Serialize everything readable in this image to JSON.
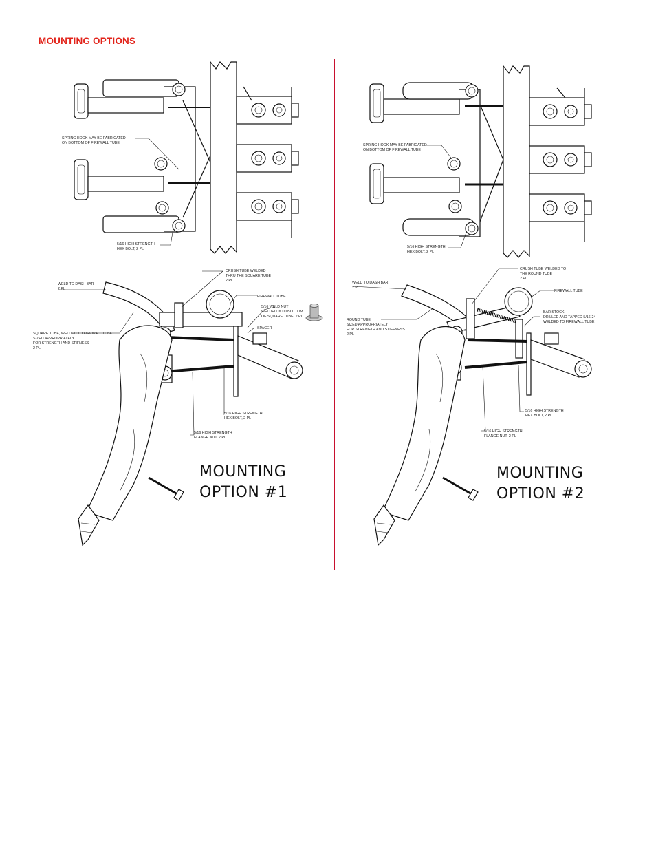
{
  "heading": "MOUNTING OPTIONS",
  "colors": {
    "accent": "#e2231a",
    "divider": "#c8102e",
    "line": "#111111"
  },
  "option1": {
    "title_line1": "MOUNTING",
    "title_line2": "OPTION #1",
    "top_labels": {
      "spring_hook_1": "SPRING HOOK MAY BE FABRICATED",
      "spring_hook_2": "ON BOTTOM OF FIREWALL TUBE",
      "hex_bolt_1": "5/16 HIGH STRENGTH",
      "hex_bolt_2": "HEX BOLT, 2 PL"
    },
    "side_labels": {
      "weld_dash_1": "WELD TO DASH BAR",
      "weld_dash_2": "2 PL",
      "crush_1": "CRUSH TUBE WELDED",
      "crush_2": "THRU THE SQUARE TUBE",
      "crush_3": "2 PL",
      "firewall_tube": "FIREWALL TUBE",
      "weld_nut_1": "5/16 WELD NUT",
      "weld_nut_2": "WELDED INTO BOTTOM",
      "weld_nut_3": "OF SQUARE TUBE, 2 PL",
      "spacer": "SPACER",
      "square_1": "SQUARE TUBE, WELDED TO FIREWALL TUBE",
      "square_2": "SIZED APPROPRIATELY",
      "square_3": "FOR STRENGTH AND STIFNESS",
      "square_4": "2 PL",
      "hex_1": "5/16 HIGH STRENGTH",
      "hex_2": "HEX BOLT, 2 PL",
      "flange_1": "5/16 HIGH STRENGTH",
      "flange_2": "FLANGE NUT, 2 PL"
    }
  },
  "option2": {
    "title_line1": "MOUNTING",
    "title_line2": "OPTION #2",
    "top_labels": {
      "spring_hook_1": "SPRING HOOK MAY BE FABRICATED",
      "spring_hook_2": "ON BOTTOM OF FIREWALL TUBE",
      "hex_bolt_1": "5/16 HIGH STRENGTH",
      "hex_bolt_2": "HEX BOLT, 2 PL"
    },
    "side_labels": {
      "weld_dash_1": "WELD TO DASH BAR",
      "weld_dash_2": "2 PL",
      "crush_1": "CRUSH TUBE WELDED TO",
      "crush_2": "THE ROUND TUBE",
      "crush_3": "2 PL",
      "firewall_tube": "FIREWALL TUBE",
      "bar_1": "BAR STOCK",
      "bar_2": "DRILLED AND TAPPED 5/16-24",
      "bar_3": "WELDED TO FIREWALL TUBE",
      "round_1": "ROUND TUBE",
      "round_2": "SIZED APPROPRIATELY",
      "round_3": "FOR STRENGTH AND STIFFNESS",
      "round_4": "2 PL",
      "hex_1": "5/16 HIGH STRENGTH",
      "hex_2": "HEX BOLT, 2 PL",
      "flange_1": "5/16 HIGH STRENGTH",
      "flange_2": "FLANGE NUT, 2 PL"
    }
  }
}
